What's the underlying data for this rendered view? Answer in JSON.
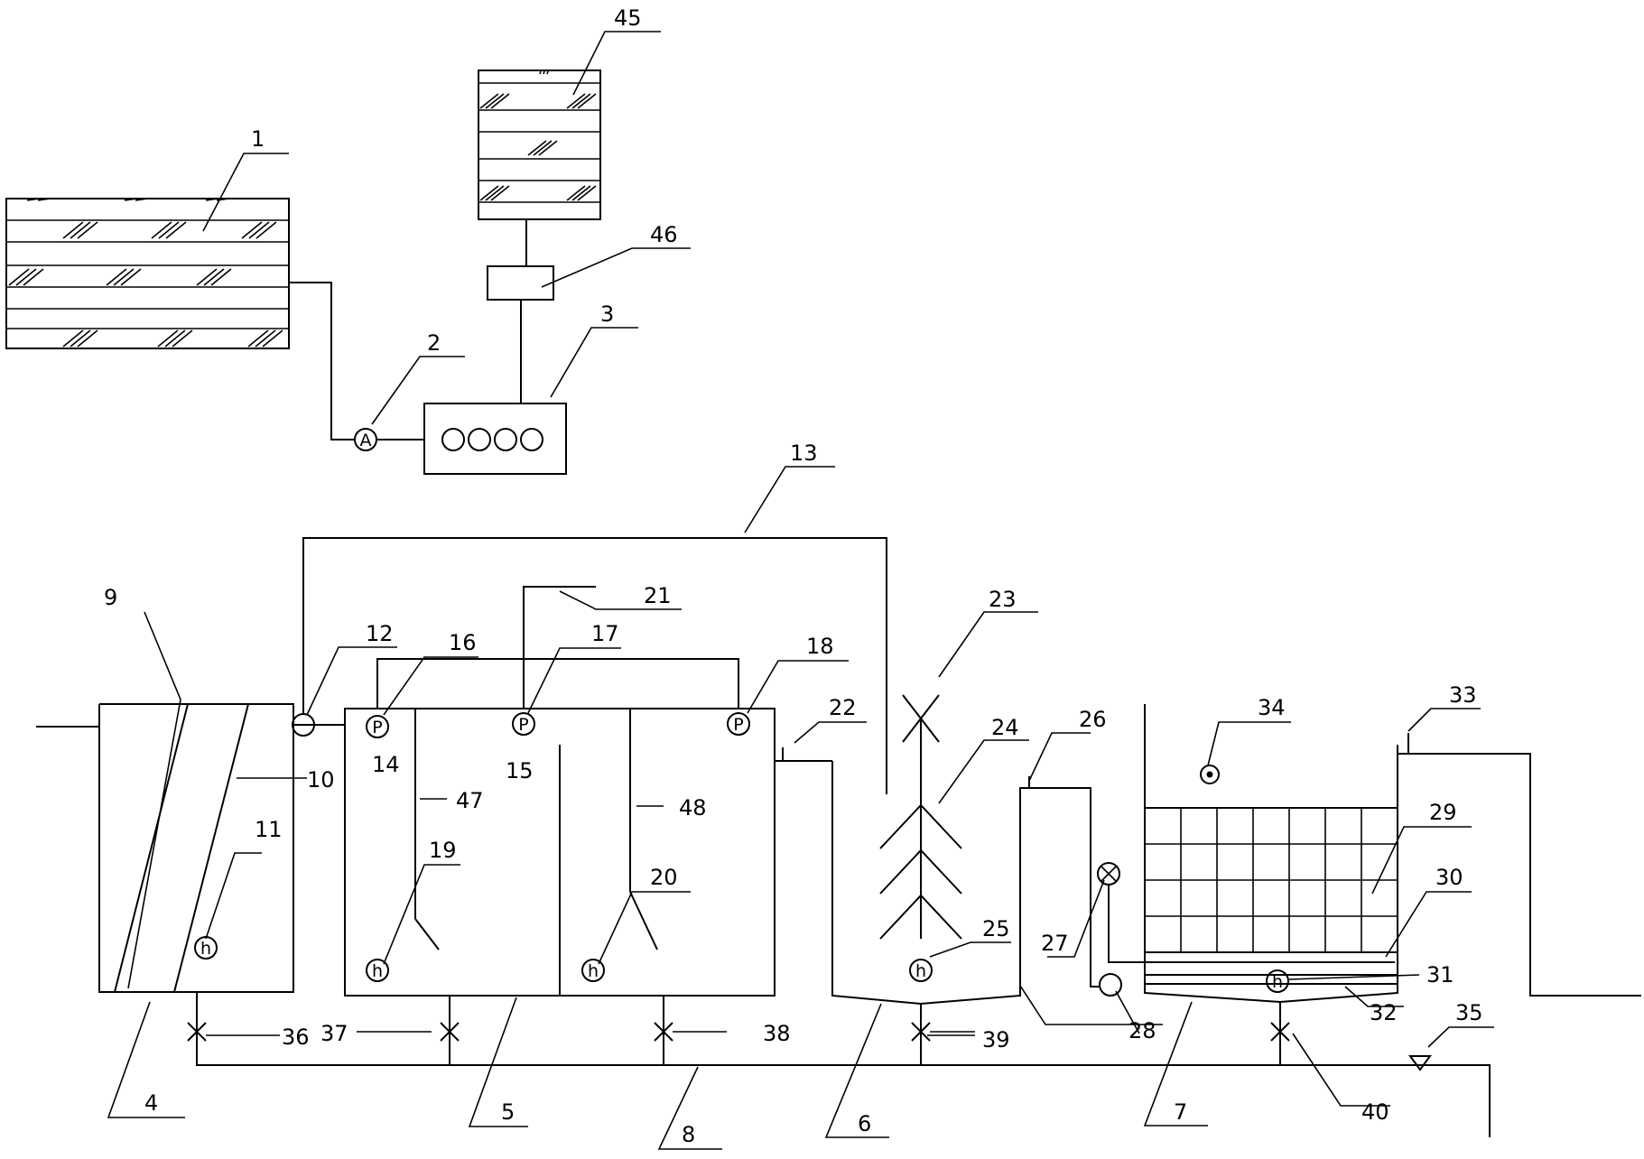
{
  "labels": {
    "l1": "1",
    "l2": "2",
    "l3": "3",
    "l4": "4",
    "l5": "5",
    "l6": "6",
    "l7": "7",
    "l8": "8",
    "l9": "9",
    "l10": "10",
    "l11": "11",
    "l12": "12",
    "l13": "13",
    "l14": "14",
    "l15": "15",
    "l16": "16",
    "l17": "17",
    "l18": "18",
    "l19": "19",
    "l20": "20",
    "l21": "21",
    "l22": "22",
    "l23": "23",
    "l24": "24",
    "l25": "25",
    "l26": "26",
    "l27": "27",
    "l28": "28",
    "l29": "29",
    "l30": "30",
    "l31": "31",
    "l32": "32",
    "l33": "33",
    "l34": "34",
    "l35": "35",
    "l36": "36",
    "l37": "37",
    "l38": "38",
    "l39": "39",
    "l40": "40",
    "l45": "45",
    "l46": "46",
    "l47": "47",
    "l48": "48"
  },
  "symbols": {
    "ammeter": "A",
    "pressure": "P",
    "level": "h"
  },
  "colors": {
    "line": "#000000",
    "background": "#ffffff"
  }
}
